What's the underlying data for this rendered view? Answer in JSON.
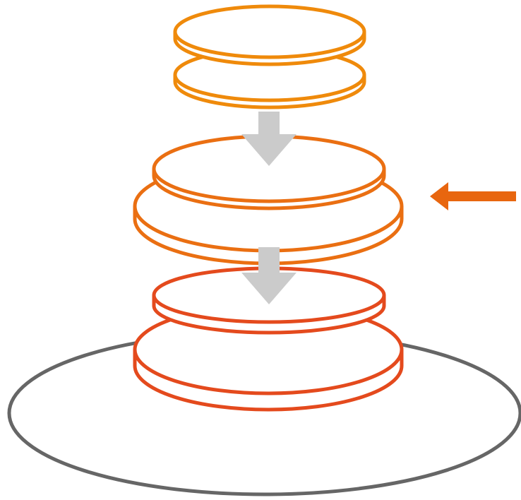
{
  "diagram": {
    "colors": {
      "background": "#ffffff",
      "base_plate": "#666666",
      "top_stack": "#ef8a0b",
      "middle_stack": "#ea6f12",
      "bottom_stack": "#e44a1d",
      "flow_arrow": "#cbcbcb",
      "indicator_arrow": "#e8660f"
    },
    "components": [
      {
        "id": "top-stack",
        "layers": 2,
        "description_icon": "disc-stack-icon"
      },
      {
        "id": "middle-stack",
        "layers": 2,
        "description_icon": "disc-stack-icon"
      },
      {
        "id": "bottom-stack",
        "layers": 2,
        "description_icon": "disc-stack-icon"
      },
      {
        "id": "base-plate",
        "description_icon": "ellipse-icon"
      }
    ],
    "arrows": [
      {
        "id": "arrow-top-to-middle",
        "direction": "down",
        "icon": "down-arrow-icon"
      },
      {
        "id": "arrow-middle-to-bottom",
        "direction": "down",
        "icon": "down-arrow-icon"
      },
      {
        "id": "indicator-arrow",
        "direction": "left",
        "points_to": "middle-stack",
        "icon": "left-arrow-icon"
      }
    ]
  }
}
